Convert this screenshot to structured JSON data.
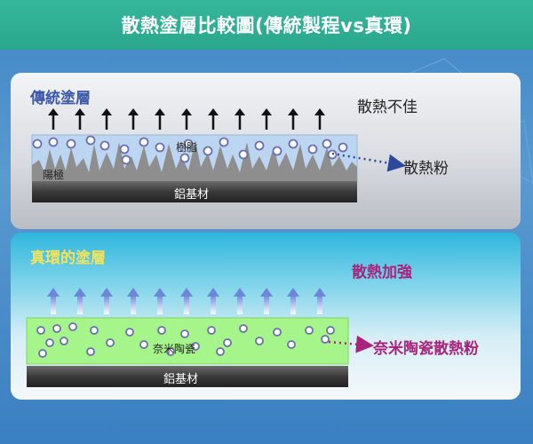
{
  "header": {
    "title": "散熱塗層比較圖(傳統製程vs真環)"
  },
  "traditional": {
    "title": "傳統塗層",
    "status": "散熱不佳",
    "resin_label": "樹脂",
    "anode_label": "陽極",
    "base_label": "鋁基材",
    "powder_label": "散熱粉"
  },
  "zhenhuan": {
    "title": "真環的塗層",
    "status": "散熱加強",
    "nano_label": "奈米陶瓷",
    "base_label": "鋁基材",
    "powder_label": "奈米陶瓷散熱粉"
  },
  "colors": {
    "header_green": "#2aa68c",
    "resin_blue": "#bcd6f2",
    "anode_gray": "#8a8a8a",
    "nano_green": "#a6f58a",
    "particle_edge": "#6a6fb0",
    "enhanced_purple": "#a8237b",
    "title_yellow": "#f2e45a"
  }
}
